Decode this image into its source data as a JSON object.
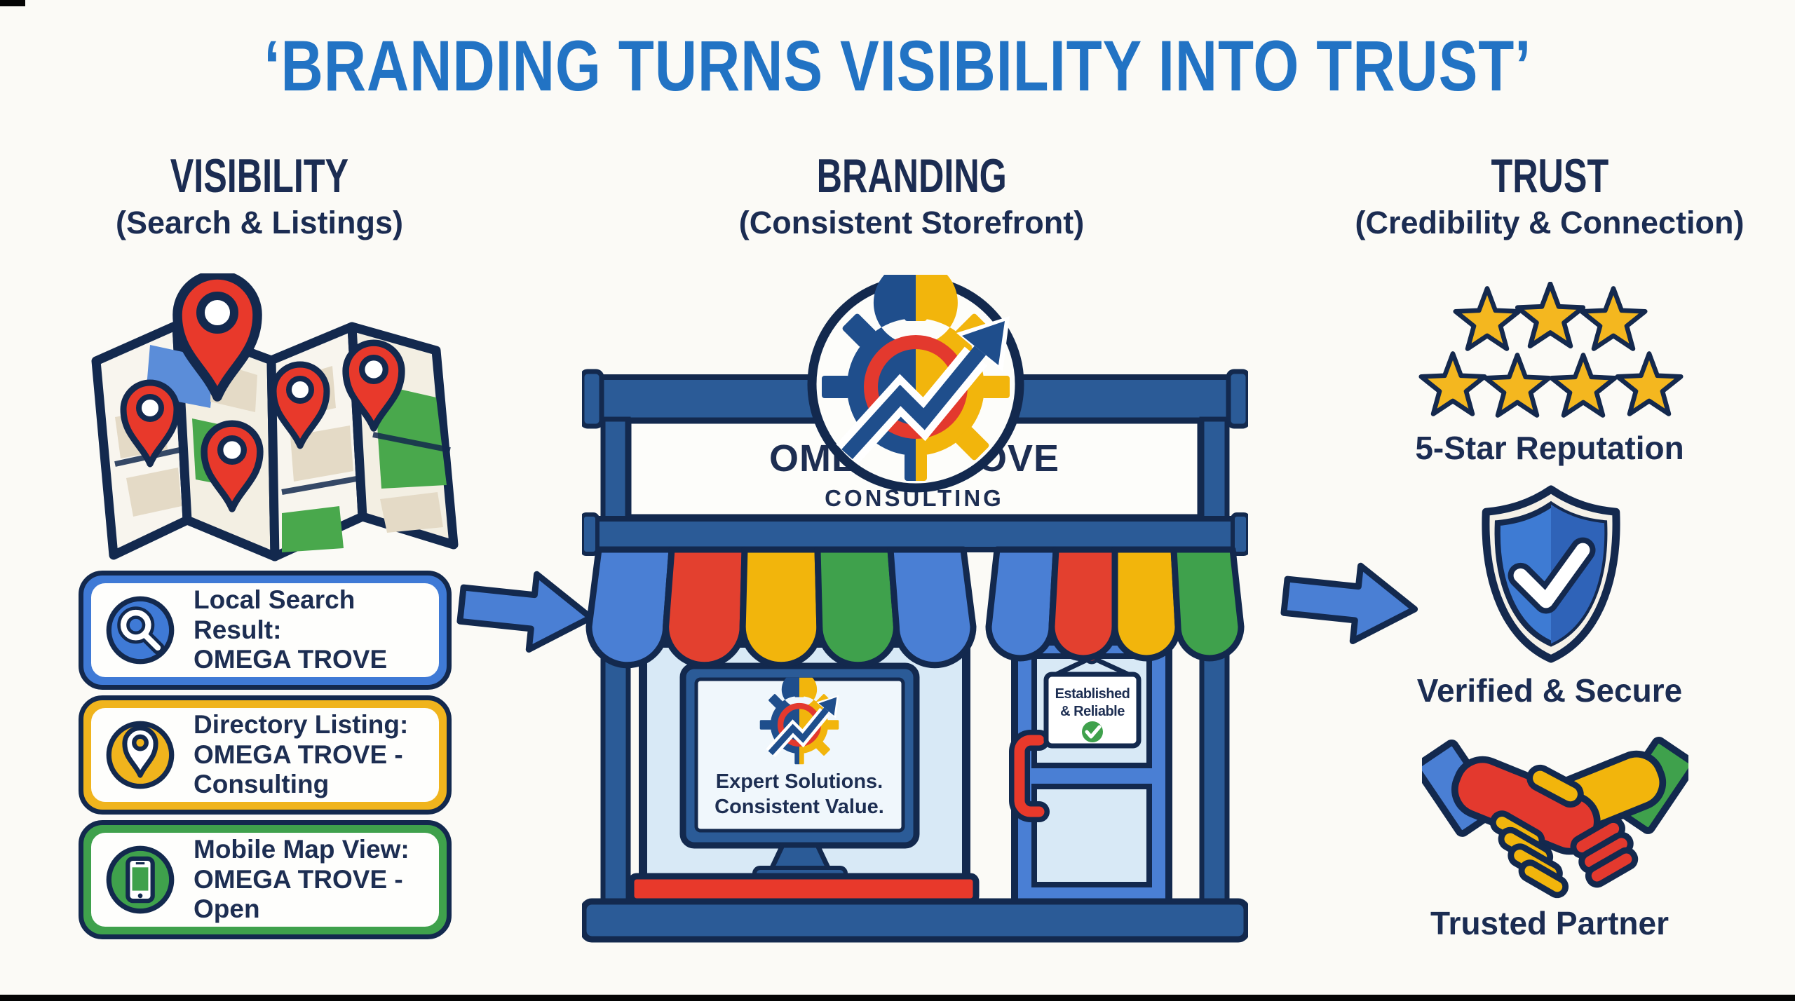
{
  "title": "‘BRANDING TURNS VISIBILITY INTO TRUST’",
  "columns": {
    "visibility": {
      "heading": "VISIBILITY",
      "subheading": "(Search & Listings)",
      "cards": [
        {
          "icon": "search-icon",
          "accent": "#3f7ad6",
          "lines": [
            "Local Search Result:",
            "OMEGA TROVE"
          ]
        },
        {
          "icon": "location-pin-icon",
          "accent": "#f0b41d",
          "lines": [
            "Directory Listing:",
            "OMEGA TROVE -",
            "Consulting"
          ]
        },
        {
          "icon": "smartphone-icon",
          "accent": "#3fa14c",
          "lines": [
            "Mobile Map View:",
            "OMEGA TROVE - Open"
          ]
        }
      ]
    },
    "branding": {
      "heading": "BRANDING",
      "subheading": "(Consistent Storefront)",
      "storefront": {
        "sign_name": "OMEGA TROVE",
        "sign_tagline": "CONSULTING",
        "screen_line1": "Expert Solutions.",
        "screen_line2": "Consistent Value.",
        "door_sign_line1": "Established",
        "door_sign_line2": "& Reliable"
      }
    },
    "trust": {
      "heading": "TRUST",
      "subheading": "(Credibility & Connection)",
      "items": [
        {
          "icon": "stars-icon",
          "label": "5-Star Reputation",
          "star_count": 7
        },
        {
          "icon": "shield-check-icon",
          "label": "Verified & Secure"
        },
        {
          "icon": "handshake-icon",
          "label": "Trusted Partner"
        }
      ]
    }
  },
  "colors": {
    "title_blue": "#2273c4",
    "heading_navy": "#1b2c52",
    "outline_navy": "#13294e",
    "beam_blue": "#2b5b97",
    "door_blue": "#4a7fd4",
    "awning_blue": "#4a7fd4",
    "awning_red": "#e3402f",
    "awning_yellow": "#f2b50c",
    "awning_green": "#3fa14c",
    "pin_red": "#e8392b",
    "star_gold": "#f4b71f",
    "shield_blue": "#3e7bd3",
    "background": "#fbfaf6"
  }
}
